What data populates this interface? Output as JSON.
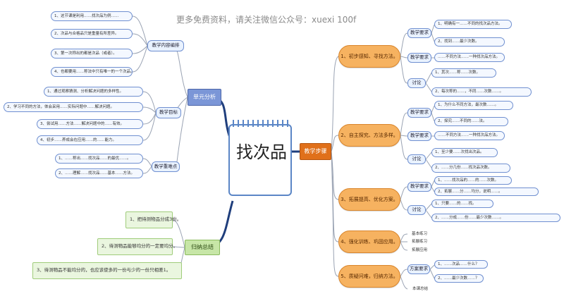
{
  "watermark": "更多免费资料，请关注微信公众号：xuexi 100f",
  "center": {
    "title": "找次品"
  },
  "unit_analysis": {
    "label": "单元分析",
    "content": {
      "label": "教学内容编排",
      "items": [
        "1、这节课是利用……找次品为例……",
        "2、次品与合格品只是重量有所差异。",
        "3、第一次称出的都是次品（或者）。",
        "4、也都要用……称法中只有唯一的一个次品。"
      ]
    },
    "goals": {
      "label": "教学目标",
      "items": [
        "1、通过观察猜测、分析解决问题的多样性。",
        "2、学习不同的方法，体会采用……实际问题中……解决问题。",
        "3、尝试用……方法……解决问题中的……有效。",
        "4、初步……养成会在应用……的……能力。"
      ]
    },
    "keypoints": {
      "label": "教学重难点",
      "items": [
        "1、……称出……找次品……的最优……。",
        "2、……理解……找次品……基本……方法。"
      ]
    }
  },
  "summary": {
    "label": "归纳总结",
    "items": [
      "1、把待测物品分成3份。",
      "2、待测物品能够均分的一定要均分。",
      "3、待测物品不能均分的，也应该使多的一份与少的一份只相差1。"
    ]
  },
  "teaching_steps": {
    "label": "教学步骤",
    "steps": [
      {
        "label": "1、初步感知、寻找方法。",
        "subs": [
          {
            "label": "教学要求",
            "items": [
              "1、明确有一……不同的找次品方法。",
              "2、找到……最少次数。"
            ]
          },
          {
            "label": "教学要求",
            "items": [
              "……不同方法……一种找次品方法。"
            ]
          },
          {
            "label": "讨论",
            "items": [
              "1、其次……称……次数。",
              "2、每次称的……，不同……次数……。"
            ]
          }
        ]
      },
      {
        "label": "2、自主探究、方法多样。",
        "subs": [
          {
            "label": "教学要求",
            "items": [
              "1、为什么不同方法，最次数……。",
              "2、探究……不同的……法。"
            ]
          },
          {
            "label": "教学要求",
            "items": [
              "……不同方法……一种找次品方法。"
            ]
          },
          {
            "label": "讨论",
            "items": [
              "1、至少要……次找出次品。",
              "2、……分几份……找次品次数。"
            ]
          }
        ]
      },
      {
        "label": "3、拓展提高、优化方案。",
        "subs": [
          {
            "label": "教学要求",
            "items": [
              "1、……找次品的……的……次数。",
              "2、拓展……分……均分，说明……。"
            ]
          },
          {
            "label": "讨论",
            "items": [
              "1、只要……的……找。",
              "2、……分成……份……最少次数……。"
            ]
          }
        ]
      },
      {
        "label": "4、强化训练、巩固应用。",
        "plain": [
          "基本练习",
          "拓展练习",
          "拓展应用"
        ]
      },
      {
        "label": "5、质疑问难，归纳方法。",
        "subs": [
          {
            "label": "方案要求",
            "items": [
              "1、……次品……什么？",
              "2、……最少次数……？"
            ]
          },
          {
            "label": "本课总结",
            "items": []
          }
        ]
      }
    ]
  },
  "colors": {
    "link_dark": "#1f3e7c",
    "link_gray": "#9aa3b3",
    "orange": "#f6b260",
    "blue_branch": "#7b96d7",
    "green_branch": "#c7e6a7",
    "orange_branch": "#e0701a"
  },
  "icons": [
    "spiral-notebook-icon"
  ]
}
